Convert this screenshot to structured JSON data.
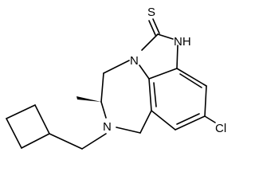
{
  "structure": {
    "atom_labels": {
      "thione_sulfur": "S",
      "imidazole_nh": "NH",
      "ring_nitrogen": "N",
      "amine_nitrogen": "N",
      "chlorine": "Cl"
    },
    "colors": {
      "bond": "#000000",
      "label": "#000000",
      "background": "#ffffff"
    }
  }
}
